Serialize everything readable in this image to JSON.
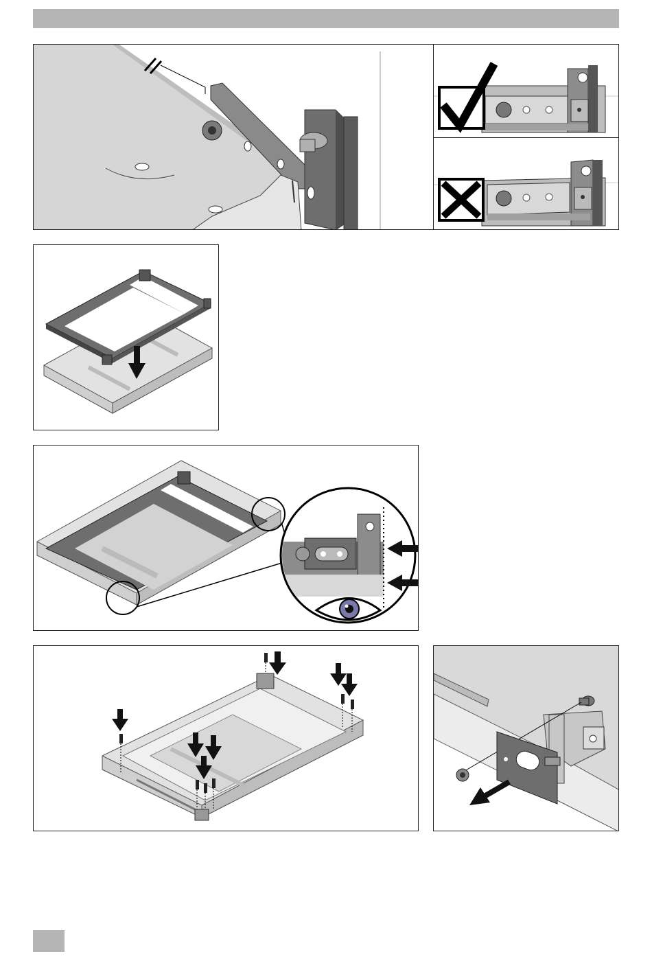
{
  "document": {
    "type": "installation-manual-page",
    "colors": {
      "header_bar": "#b5b5b5",
      "panel_border": "#222222",
      "metal_light": "#d9d9d9",
      "metal_dark": "#6e6e6e",
      "arrow": "#111111"
    },
    "figures": [
      {
        "id": "fig-1",
        "subject": "slide-rail-detail",
        "icons": [
          "break-lines-icon"
        ]
      },
      {
        "id": "fig-2a",
        "subject": "correct-alignment",
        "icons": [
          "check-icon"
        ]
      },
      {
        "id": "fig-2b",
        "subject": "incorrect-alignment",
        "icons": [
          "cross-icon"
        ]
      },
      {
        "id": "fig-3",
        "subject": "frame-into-tray",
        "icons": [
          "down-arrow-icon"
        ]
      },
      {
        "id": "fig-4",
        "subject": "alignment-check",
        "icons": [
          "magnifier-circle",
          "eye-icon",
          "right-arrow-icon"
        ]
      },
      {
        "id": "fig-5",
        "subject": "screw-positions",
        "icons": [
          "down-arrow-icon",
          "screw-icon"
        ]
      },
      {
        "id": "fig-6",
        "subject": "plate-removal",
        "icons": [
          "nut-icon",
          "diagonal-arrow-icon"
        ]
      }
    ]
  }
}
